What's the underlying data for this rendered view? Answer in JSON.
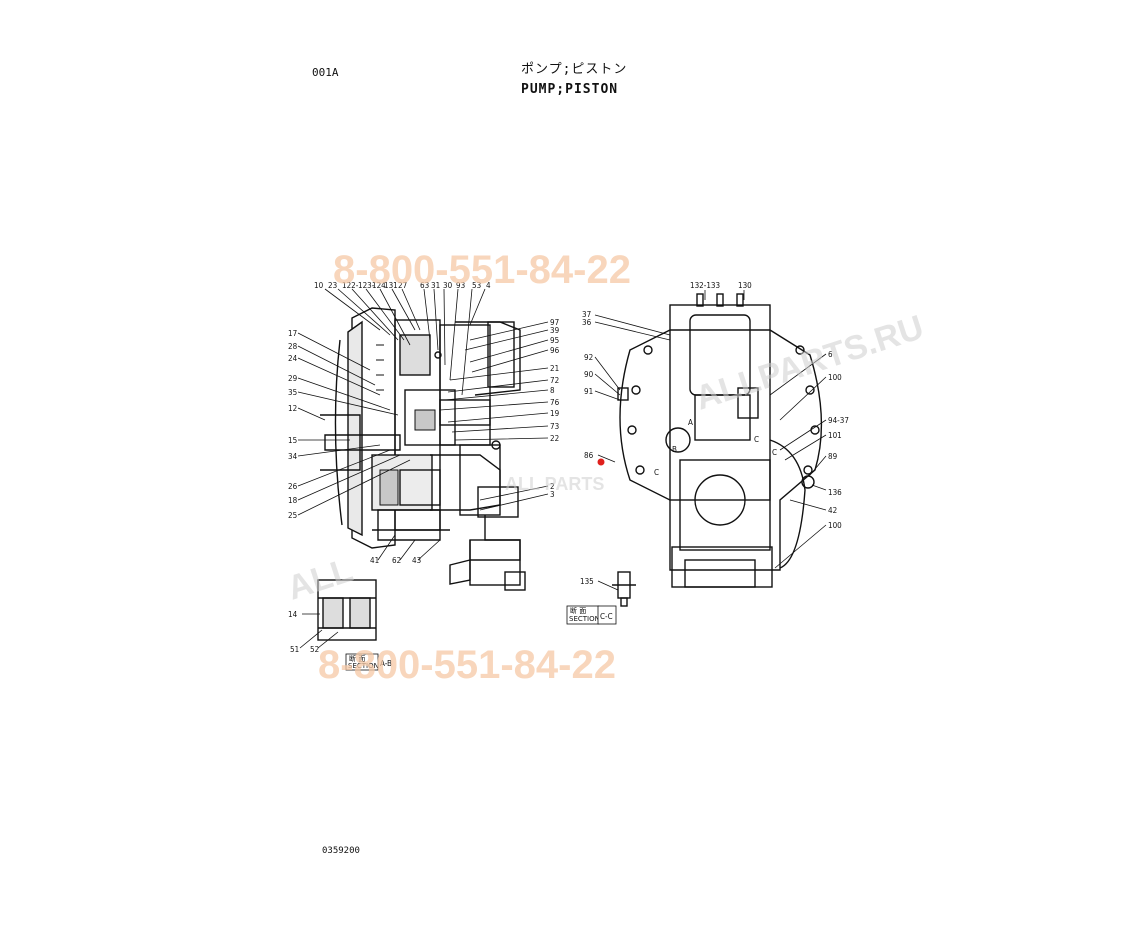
{
  "header": {
    "page_code": "001A",
    "title_jp": "ポンプ;ピストン",
    "title_en": "PUMP;PISTON"
  },
  "footer": {
    "doc_number": "0359200"
  },
  "watermarks": {
    "phone_top": "8-800-551-84-22",
    "phone_bottom": "8-800-551-84-22",
    "site": "ALLPARTS.RU",
    "site_left": "ALL",
    "site_center": "ALL PARTS"
  },
  "sections": {
    "ab": {
      "jp": "断 面",
      "en": "SECTION",
      "code": "A-B"
    },
    "cc": {
      "jp": "断 面",
      "en": "SECTION",
      "code": "C-C"
    }
  },
  "section_letters": [
    "A",
    "B",
    "C",
    "C",
    "C"
  ],
  "callouts": {
    "left_top": [
      "10",
      "23",
      "122-",
      "123-",
      "124",
      "131",
      "27",
      "63",
      "31",
      "30",
      "93",
      "53",
      "4"
    ],
    "left_side": [
      "17",
      "28",
      "24",
      "29",
      "35",
      "12",
      "15",
      "34",
      "26",
      "18",
      "25"
    ],
    "left_right": [
      "97",
      "39",
      "95",
      "96",
      "21",
      "72",
      "8",
      "76",
      "19",
      "73",
      "22",
      "2",
      "3"
    ],
    "left_bottom": [
      "41",
      "62",
      "43"
    ],
    "ab_section": [
      "14",
      "51",
      "52"
    ],
    "right_top": [
      "132-133",
      "130"
    ],
    "right_left": [
      "37",
      "36",
      "92",
      "90",
      "91",
      "86"
    ],
    "right_right": [
      "6",
      "100",
      "94-37",
      "101",
      "89",
      "136",
      "42",
      "100"
    ],
    "cc_section": [
      "135"
    ]
  },
  "colors": {
    "line": "#111111",
    "watermark_phone": "#f6c9a6",
    "watermark_site": "#cfcfcf",
    "marker": "#e0201c"
  }
}
